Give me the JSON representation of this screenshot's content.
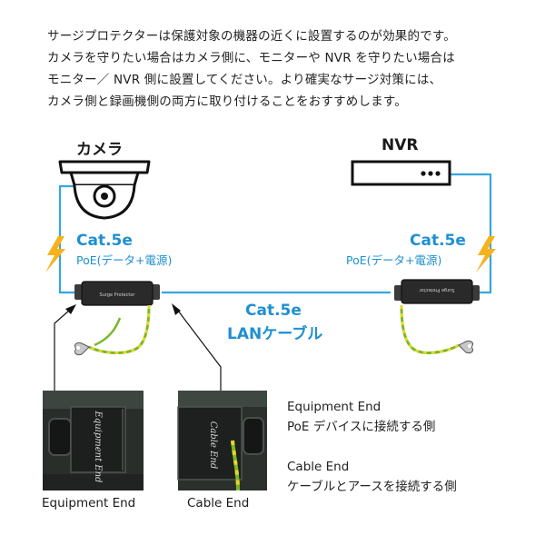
{
  "intro": {
    "lines": [
      "サージプロテクターは保護対象の機器の近くに設置するのが効果的です。",
      "カメラを守りたい場合はカメラ側に、モニターや NVR を守りたい場合は",
      "モニター／ NVR 側に設置してください。より確実なサージ対策には、",
      "カメラ側と録画機側の両方に取り付けることをおすすめします。"
    ]
  },
  "devices": {
    "camera_label": "カメラ",
    "nvr_label": "NVR"
  },
  "cables": {
    "left": {
      "category": "Cat.5e",
      "subtitle": "PoE(データ+電源)"
    },
    "right": {
      "category": "Cat.5e",
      "subtitle": "PoE(データ+電源)"
    },
    "middle": {
      "category": "Cat.5e",
      "subtitle": "LANケーブル"
    }
  },
  "protector": {
    "body_text": "Surge Protector",
    "end_text_equipment": "Equipment End",
    "end_text_cable": "Cable End"
  },
  "photos": {
    "left_caption": "Equipment End",
    "right_caption": "Cable End",
    "left_print": "Equipment End",
    "right_print": "Cable End"
  },
  "notes": {
    "equipment_title": "Equipment End",
    "equipment_desc": "PoE デバイスに接続する側",
    "cable_title": "Cable End",
    "cable_desc": "ケーブルとアースを接続する側"
  },
  "colors": {
    "cable": "#35a6e0",
    "accent_text": "#1e90d0",
    "lightning": "#f5b21b",
    "ground_green": "#78b82a",
    "ground_yellow": "#e8d52a"
  },
  "icons": [
    "dome-camera-icon",
    "nvr-recorder-icon",
    "lightning-icon",
    "surge-protector-icon",
    "ground-wire-icon",
    "ring-terminal-icon"
  ]
}
